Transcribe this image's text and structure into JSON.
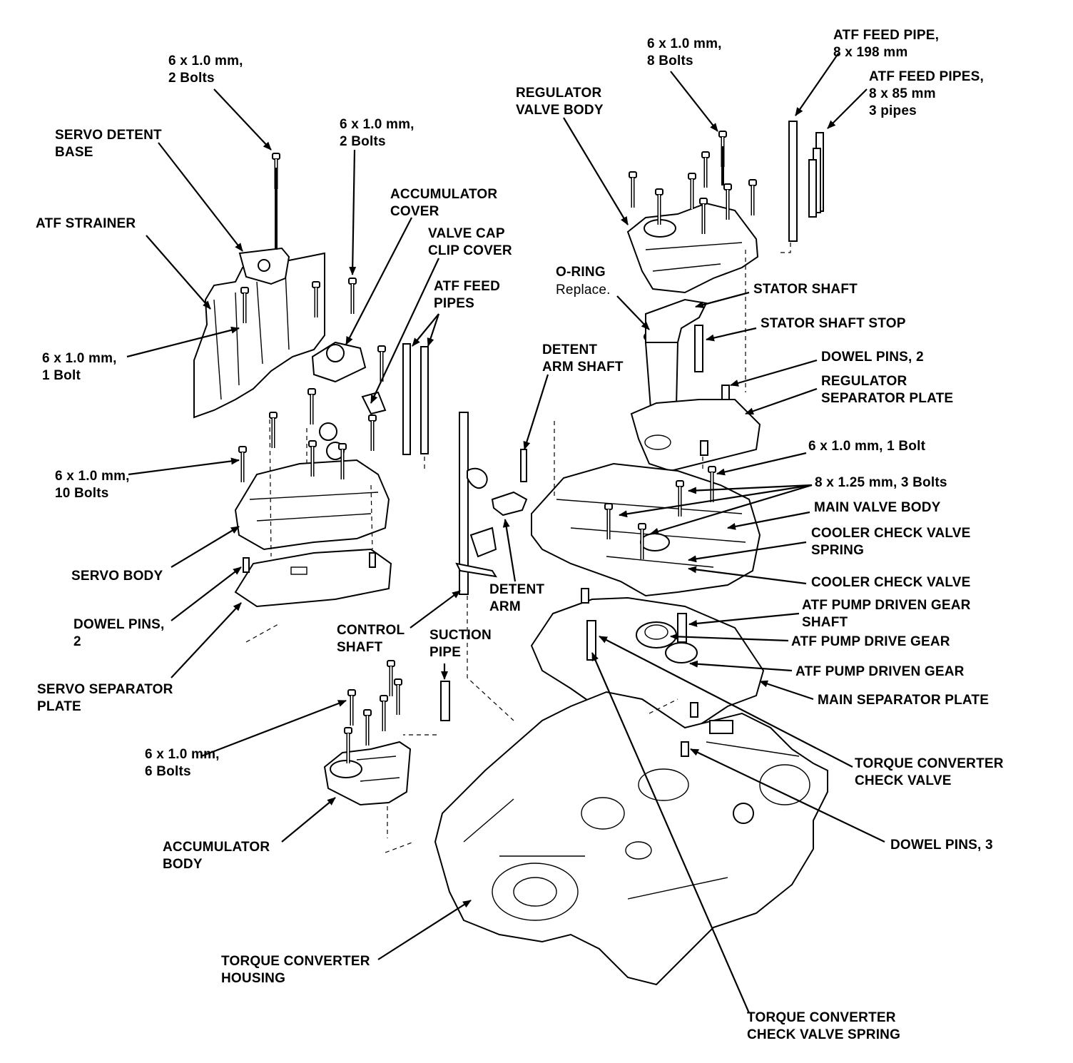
{
  "labels": {
    "bolts_top_left": "6 x 1.0 mm,\n2 Bolts",
    "servo_detent_base": "SERVO DETENT\nBASE",
    "atf_strainer": "ATF STRAINER",
    "bolts_acc_cover": "6 x 1.0 mm,\n2 Bolts",
    "accumulator_cover": "ACCUMULATOR\nCOVER",
    "valve_cap_clip_cover": "VALVE CAP\nCLIP COVER",
    "atf_feed_pipes_left": "ATF FEED\nPIPES",
    "bolt_1_left": "6 x 1.0 mm,\n1 Bolt",
    "bolts_10": "6 x 1.0 mm,\n10 Bolts",
    "servo_body": "SERVO BODY",
    "dowel_pins_2_left": "DOWEL PINS,\n2",
    "servo_separator_plate": "SERVO SEPARATOR\nPLATE",
    "control_shaft": "CONTROL\nSHAFT",
    "suction_pipe": "SUCTION\nPIPE",
    "detent_arm_shaft": "DETENT\nARM SHAFT",
    "detent_arm": "DETENT\nARM",
    "bolts_6": "6 x 1.0 mm,\n6 Bolts",
    "accumulator_body": "ACCUMULATOR\nBODY",
    "torque_converter_housing": "TORQUE CONVERTER\nHOUSING",
    "bolts_8": "6 x 1.0 mm,\n8 Bolts",
    "atf_feed_pipe_198": "ATF FEED PIPE,\n8 x 198 mm",
    "atf_feed_pipes_85": "ATF FEED PIPES,\n8 x 85 mm\n3 pipes",
    "regulator_valve_body": "REGULATOR\nVALVE BODY",
    "o_ring": "O-RING",
    "o_ring_note": "Replace.",
    "stator_shaft": "STATOR SHAFT",
    "stator_shaft_stop": "STATOR SHAFT STOP",
    "dowel_pins_2_right": "DOWEL PINS, 2",
    "regulator_separator_plate": "REGULATOR\nSEPARATOR PLATE",
    "bolt_1_right": "6 x 1.0 mm, 1 Bolt",
    "bolts_3": "8 x 1.25 mm, 3 Bolts",
    "main_valve_body": "MAIN VALVE BODY",
    "cooler_check_valve_spring": "COOLER CHECK VALVE\nSPRING",
    "cooler_check_valve": "COOLER CHECK VALVE",
    "atf_pump_driven_gear_shaft": "ATF PUMP DRIVEN GEAR\nSHAFT",
    "atf_pump_drive_gear": "ATF PUMP DRIVE GEAR",
    "atf_pump_driven_gear": "ATF PUMP DRIVEN GEAR",
    "main_separator_plate": "MAIN SEPARATOR PLATE",
    "torque_converter_check_valve": "TORQUE CONVERTER\nCHECK VALVE",
    "dowel_pins_3": "DOWEL PINS, 3",
    "torque_converter_check_valve_spring": "TORQUE CONVERTER\nCHECK VALVE SPRING"
  }
}
